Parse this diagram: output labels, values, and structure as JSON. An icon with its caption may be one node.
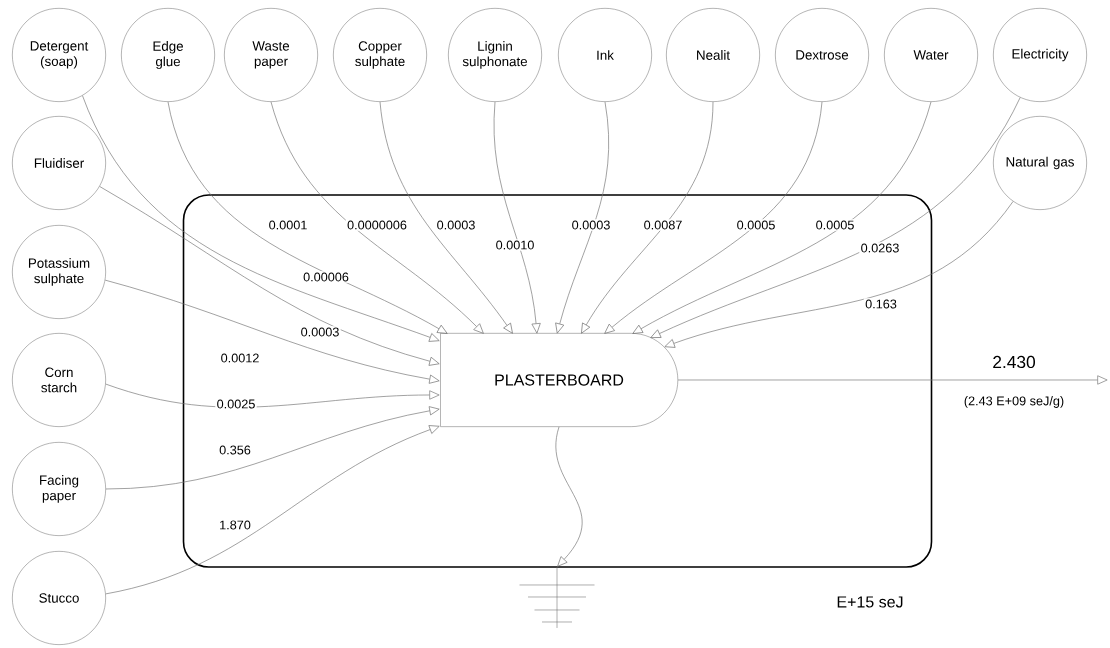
{
  "diagram": {
    "nodes": [
      {
        "text": [],
        "shape": "box"
      },
      {
        "text": [
          "Detergent (soap)"
        ]
      },
      {
        "text": [
          "Edge glue"
        ]
      },
      {
        "text": [
          "Waste paper"
        ]
      },
      {
        "text": [
          "Copper sulphate"
        ]
      },
      {
        "text": [
          "Lignin sulphonate"
        ]
      },
      {
        "text": [
          "Ink"
        ]
      },
      {
        "text": [
          "Nealit"
        ]
      },
      {
        "text": [
          "Dextrose"
        ]
      },
      {
        "text": [
          "Water"
        ]
      },
      {
        "text": [
          "Electricity"
        ]
      },
      {
        "text": [
          "Fluidiser"
        ]
      },
      {
        "text": [
          "Natural gas"
        ]
      },
      {
        "text": [
          "Potassium sulphate"
        ]
      },
      {
        "text": [
          "Corn starch"
        ]
      },
      {
        "text": [
          "Facing paper"
        ]
      },
      {
        "text": [
          "Stucco"
        ]
      },
      {
        "text": [
          "PLASTERBOARD"
        ],
        "in": 0
      },
      {
        "text": [],
        "shape": "ground"
      }
    ],
    "edges": [
      {
        "from": 1,
        "to": 17,
        "arrow": "to",
        "label": "0.00006"
      },
      {
        "from": 2,
        "to": 17,
        "arrow": "to",
        "label": "0.0001"
      },
      {
        "from": 3,
        "to": 17,
        "arrow": "to",
        "label": "0.0000006"
      },
      {
        "from": 4,
        "to": 17,
        "arrow": "to",
        "label": "0.0003"
      },
      {
        "from": 5,
        "to": 17,
        "arrow": "to",
        "label": "0.0010"
      },
      {
        "from": 6,
        "to": 17,
        "arrow": "to",
        "label": "0.0003"
      },
      {
        "from": 7,
        "to": 17,
        "arrow": "to",
        "label": "0.0087"
      },
      {
        "from": 8,
        "to": 17,
        "arrow": "to",
        "label": "0.0005"
      },
      {
        "from": 9,
        "to": 17,
        "arrow": "to",
        "label": "0.0005"
      },
      {
        "from": 10,
        "to": 17,
        "arrow": "to",
        "label": "0.0263"
      },
      {
        "from": 11,
        "to": 17,
        "arrow": "to",
        "label": "0.0003"
      },
      {
        "from": 12,
        "to": 17,
        "arrow": "to",
        "label": "0.163"
      },
      {
        "from": 13,
        "to": 17,
        "arrow": "to",
        "label": "0.0012"
      },
      {
        "from": 14,
        "to": 17,
        "arrow": "to",
        "label": "0.0025"
      },
      {
        "from": 15,
        "to": 17,
        "arrow": "to",
        "label": "0.356"
      },
      {
        "from": 16,
        "to": 17,
        "arrow": "to",
        "label": "1.870"
      },
      {
        "from": 17,
        "to": 18,
        "arrow": "to"
      },
      {
        "from": 17,
        "to": null,
        "arrow": "to",
        "label": "2.430"
      }
    ],
    "labels": [
      "(2.43 E+09 seJ/g)",
      "E+15 seJ"
    ]
  }
}
